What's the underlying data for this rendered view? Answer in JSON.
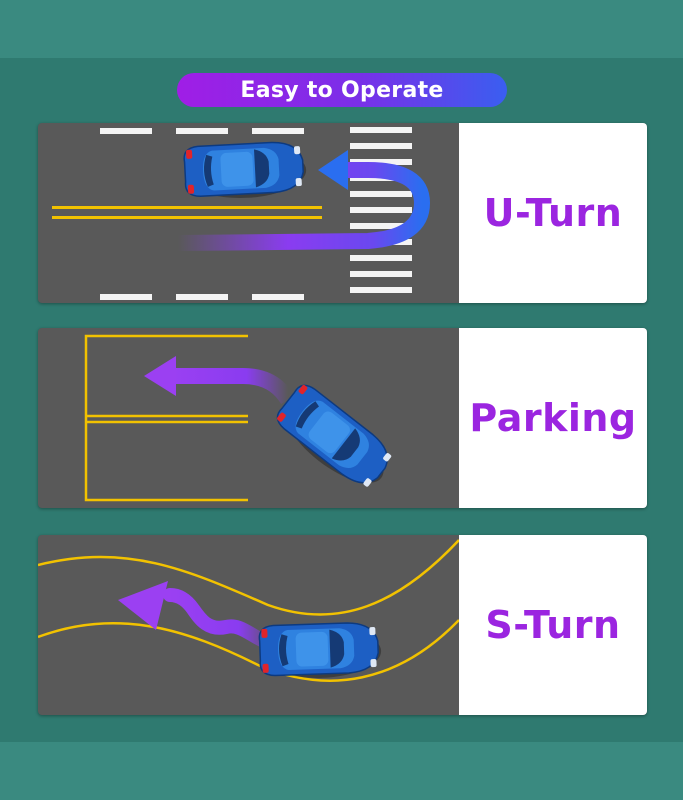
{
  "banner": {
    "title": "Easy to Operate"
  },
  "cards": [
    {
      "label": "U-Turn"
    },
    {
      "label": "Parking"
    },
    {
      "label": "S-Turn"
    }
  ],
  "colors": {
    "background": "#2f7a70",
    "road": "#595959",
    "lane_yellow": "#f2c200",
    "label_purple": "#9b25e0",
    "car_blue": "#1d5fc4",
    "arrow_purple": "#8a3cf0",
    "arrow_blue": "#2a6ef0"
  },
  "icons": [
    "car-icon",
    "u-turn-arrow-icon",
    "left-turn-arrow-icon",
    "s-curve-arrow-icon"
  ]
}
